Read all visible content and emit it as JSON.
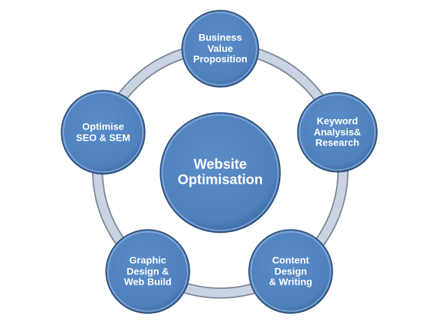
{
  "colors": {
    "node_fill": "#4f81bd",
    "node_stroke": "#2c4a70",
    "ring_fill": "#c9d3e3",
    "ring_stroke": "#7f8a99"
  },
  "center": {
    "label": "Website\nOptimisation"
  },
  "nodes": [
    {
      "label": "Business\nValue\nProposition"
    },
    {
      "label": "Keyword\nAnalysis&\nResearch"
    },
    {
      "label": "Content\nDesign\n& Writing"
    },
    {
      "label": "Graphic\nDesign &\nWeb Build"
    },
    {
      "label": "Optimise\nSEO & SEM"
    }
  ]
}
